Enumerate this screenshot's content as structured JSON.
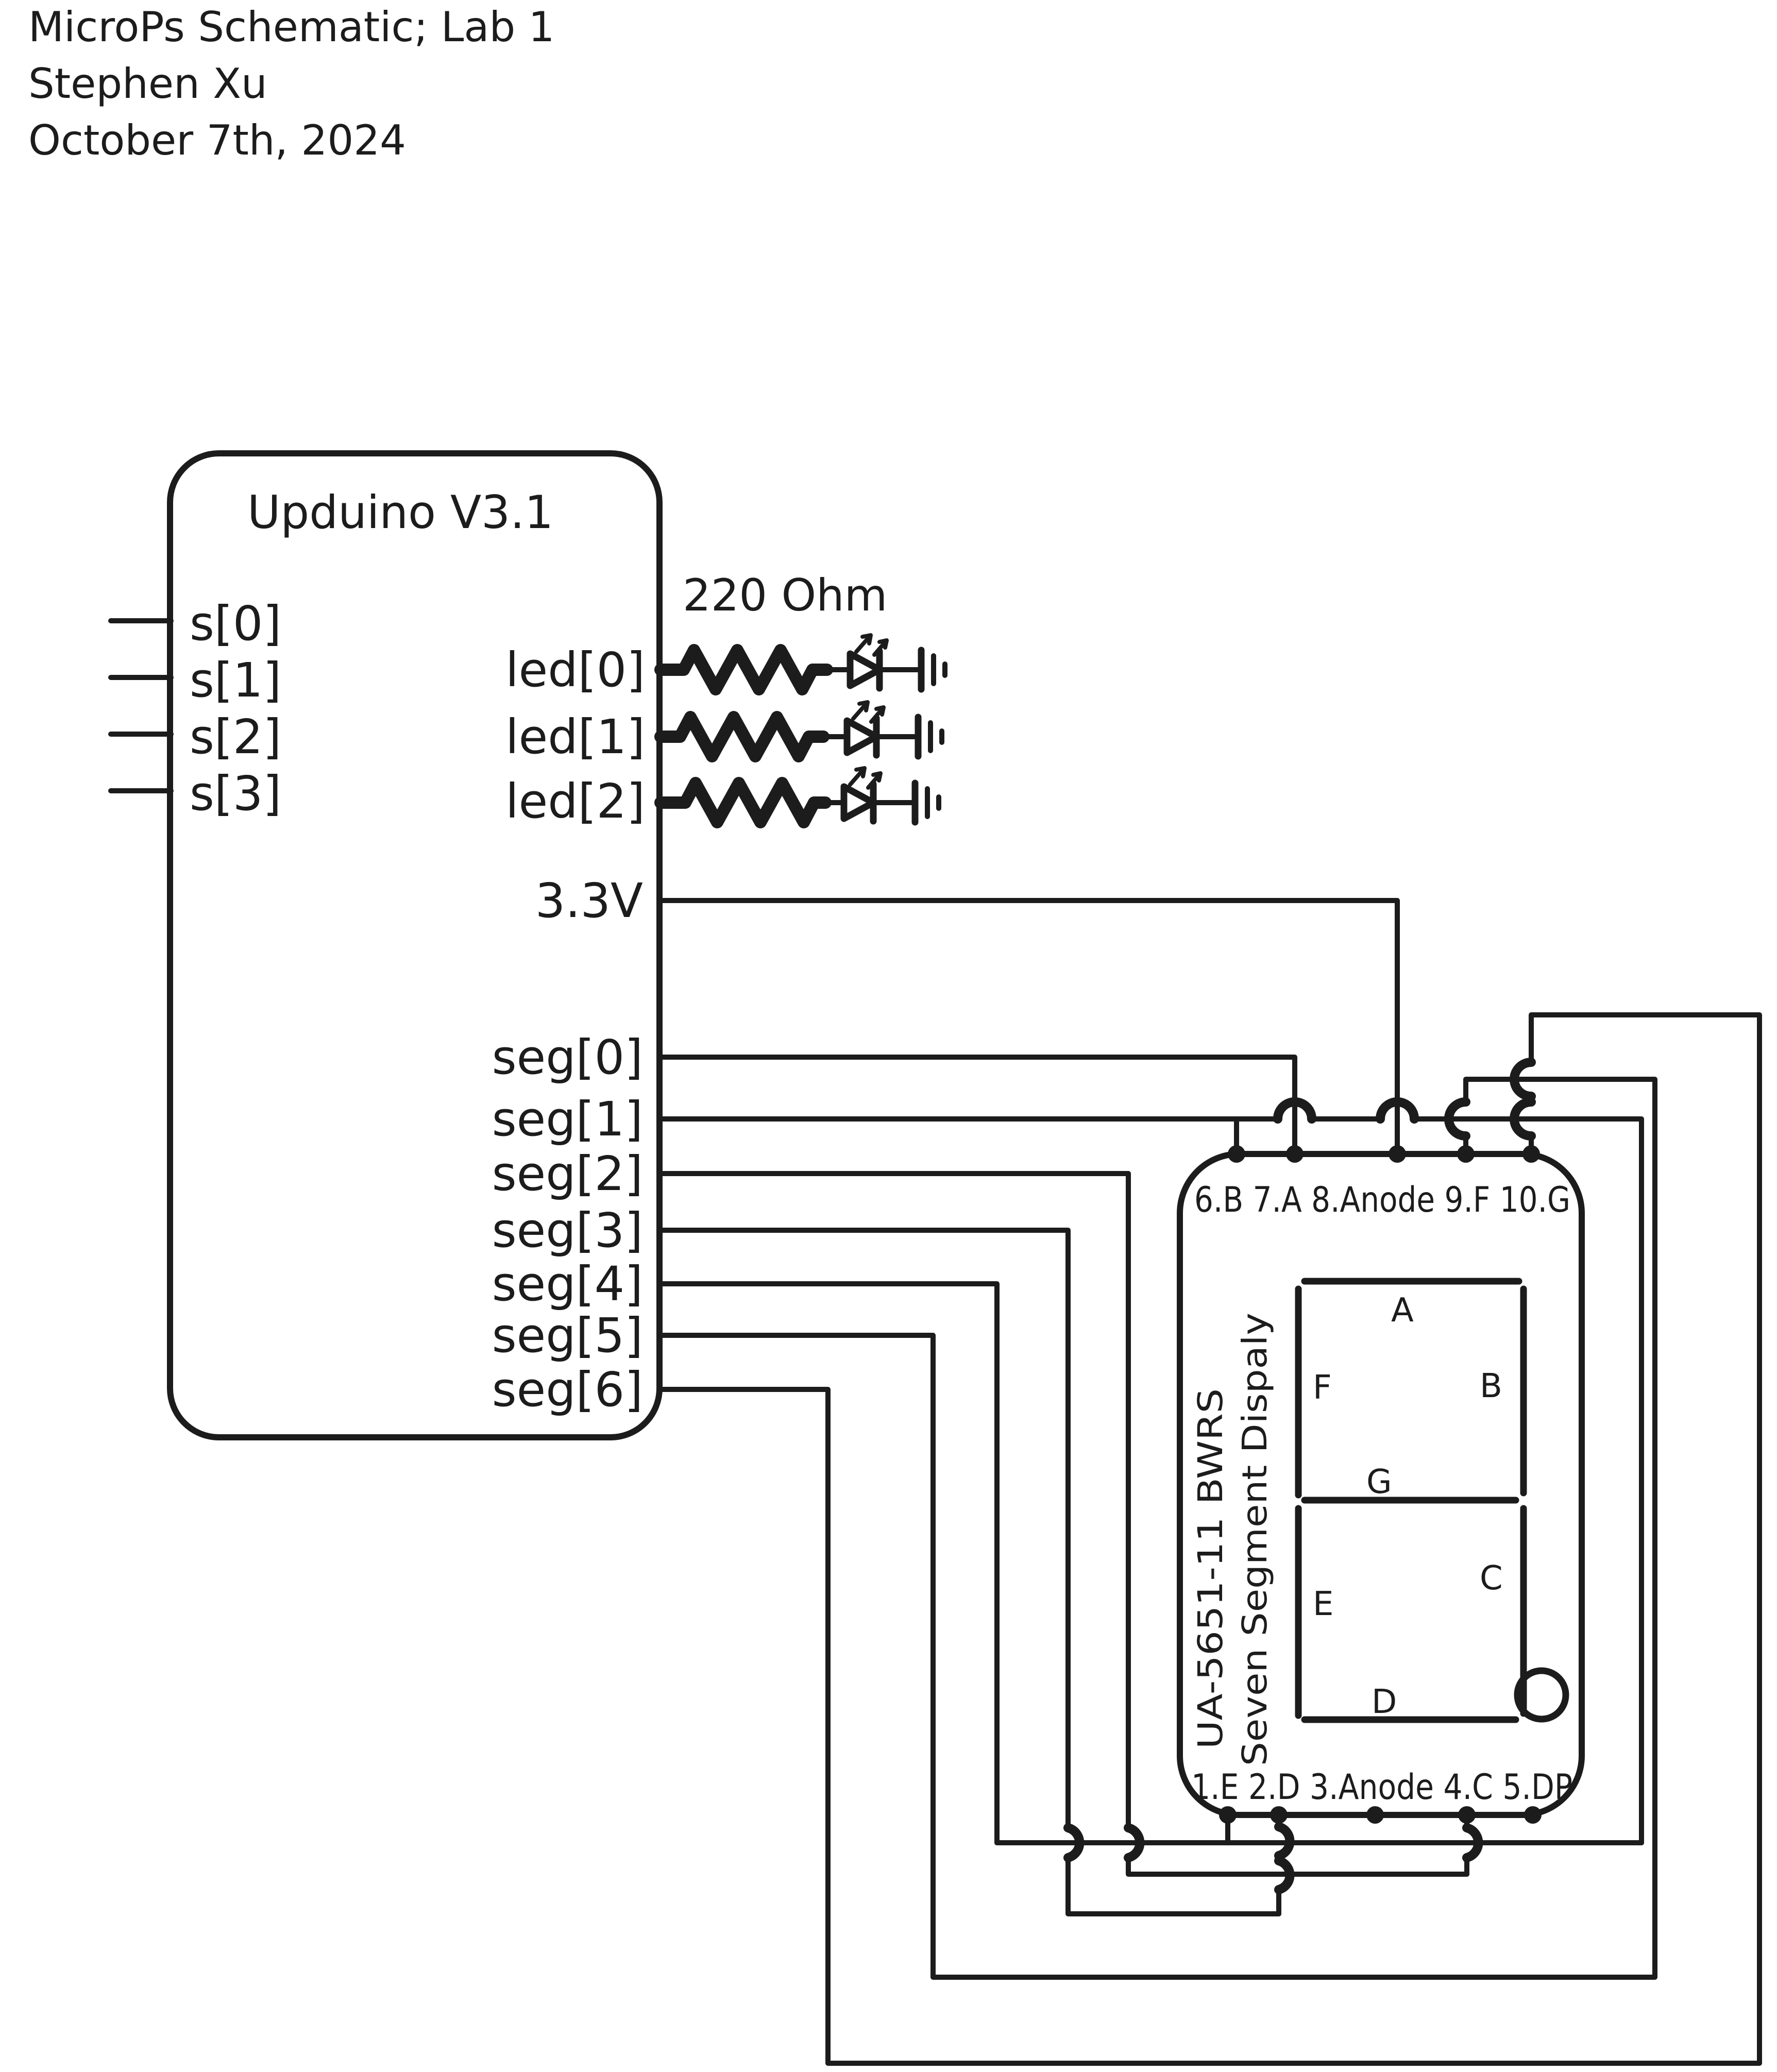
{
  "header": {
    "title": "MicroPs Schematic; Lab 1",
    "author": "Stephen Xu",
    "date": "October 7th, 2024"
  },
  "upduino": {
    "title": "Upduino V3.1",
    "pins_left": [
      "s[0]",
      "s[1]",
      "s[2]",
      "s[3]"
    ],
    "pins_leds": [
      "led[0]",
      "led[1]",
      "led[2]"
    ],
    "power_pin": "3.3V",
    "pins_segs": [
      "seg[0]",
      "seg[1]",
      "seg[2]",
      "seg[3]",
      "seg[4]",
      "seg[5]",
      "seg[6]"
    ]
  },
  "resistors": {
    "label": "220 Ohm"
  },
  "display": {
    "part_number": "UA-5651-11 BWRS",
    "part_name": "Seven Segment Dispaly",
    "top_pins": "6.B 7.A 8.Anode 9.F 10.G",
    "bottom_pins": "1.E 2.D 3.Anode 4.C 5.DP",
    "segments": {
      "A": "A",
      "B": "B",
      "C": "C",
      "D": "D",
      "E": "E",
      "F": "F",
      "G": "G"
    }
  },
  "colors": {
    "ink": "#1c1c1c",
    "background": "#ffffff"
  }
}
